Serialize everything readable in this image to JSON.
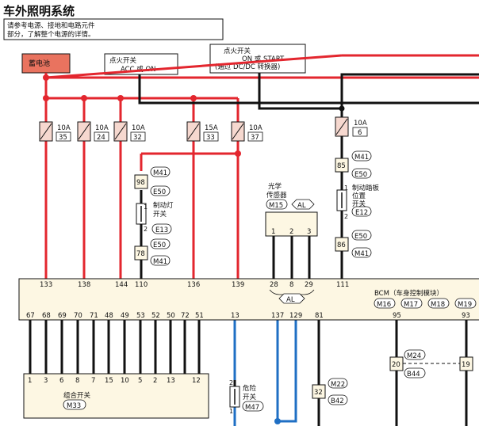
{
  "title": "车外照明系统",
  "note": {
    "line1": "请参考电源、接地和电路元件",
    "line2": "部分，了解整个电源的详情。"
  },
  "battery": {
    "label": "蓄电池"
  },
  "ign_acc": {
    "line1": "点火开关",
    "line2": "ACC 或 ON"
  },
  "ign_on": {
    "line1": "点火开关",
    "line2": "ON 或 START",
    "line3": "(通过 DC/DC 转换器)"
  },
  "fuses": [
    {
      "amp": "10A",
      "num": "35"
    },
    {
      "amp": "10A",
      "num": "24"
    },
    {
      "amp": "10A",
      "num": "32"
    },
    {
      "amp": "15A",
      "num": "33"
    },
    {
      "amp": "10A",
      "num": "37"
    },
    {
      "amp": "10A",
      "num": "6"
    }
  ],
  "stop_lamp_switch": {
    "pin_in": "98",
    "conn1": "M41",
    "conn2": "E50",
    "line1": "制动灯",
    "line2": "开关",
    "conn3": "E13",
    "pin1": "1",
    "pin2": "2",
    "conn4": "E50",
    "pin_out": "78",
    "conn5": "M41"
  },
  "brake_pedal_switch": {
    "conn1": "M41",
    "pin_in": "85",
    "conn2": "E50",
    "line1": "制动踏板",
    "line2": "位置",
    "line3": "开关",
    "conn3": "E12",
    "pin1": "1",
    "pin2": "2",
    "conn4": "E50",
    "pin_out": "86",
    "conn5": "M41"
  },
  "optical_sensor": {
    "line1": "光学",
    "line2": "传感器",
    "conn": "M15",
    "al": "AL",
    "pins": [
      "1",
      "2",
      "3"
    ]
  },
  "bcm": {
    "label": "BCM（车身控制模块）",
    "conns": [
      "M16",
      "M17",
      "M18",
      "M19"
    ],
    "top_pins": [
      "133",
      "138",
      "144",
      "110",
      "136",
      "139",
      "28",
      "8",
      "29",
      "111"
    ],
    "bottom_pins": [
      "67",
      "68",
      "69",
      "70",
      "71",
      "48",
      "49",
      "53",
      "52",
      "50",
      "72",
      "51",
      "13",
      "137",
      "129",
      "81",
      "95",
      "93"
    ],
    "al": "AL"
  },
  "combo_switch": {
    "pins": [
      "1",
      "3",
      "6",
      "8",
      "7",
      "15",
      "10",
      "5",
      "2",
      "13",
      "12"
    ],
    "label": "组合开关",
    "conn": "M33"
  },
  "hazard_switch": {
    "pin_top": "2",
    "pin_bot": "1",
    "line1": "危险",
    "line2": "开关",
    "conn": "M47"
  },
  "connector_32": {
    "pin": "32",
    "conn1": "M22",
    "conn2": "B42"
  },
  "connector_20": {
    "pin": "20",
    "conn1": "M24",
    "conn2": "B44"
  },
  "connector_19": {
    "pin": "19"
  },
  "colors": {
    "red": "#e3262e",
    "black": "#111111",
    "blue": "#1f6fc4",
    "fuse_fill": "#f6d8cf",
    "battery_fill": "#e9735f",
    "bcm_fill": "#fdf7e3"
  }
}
